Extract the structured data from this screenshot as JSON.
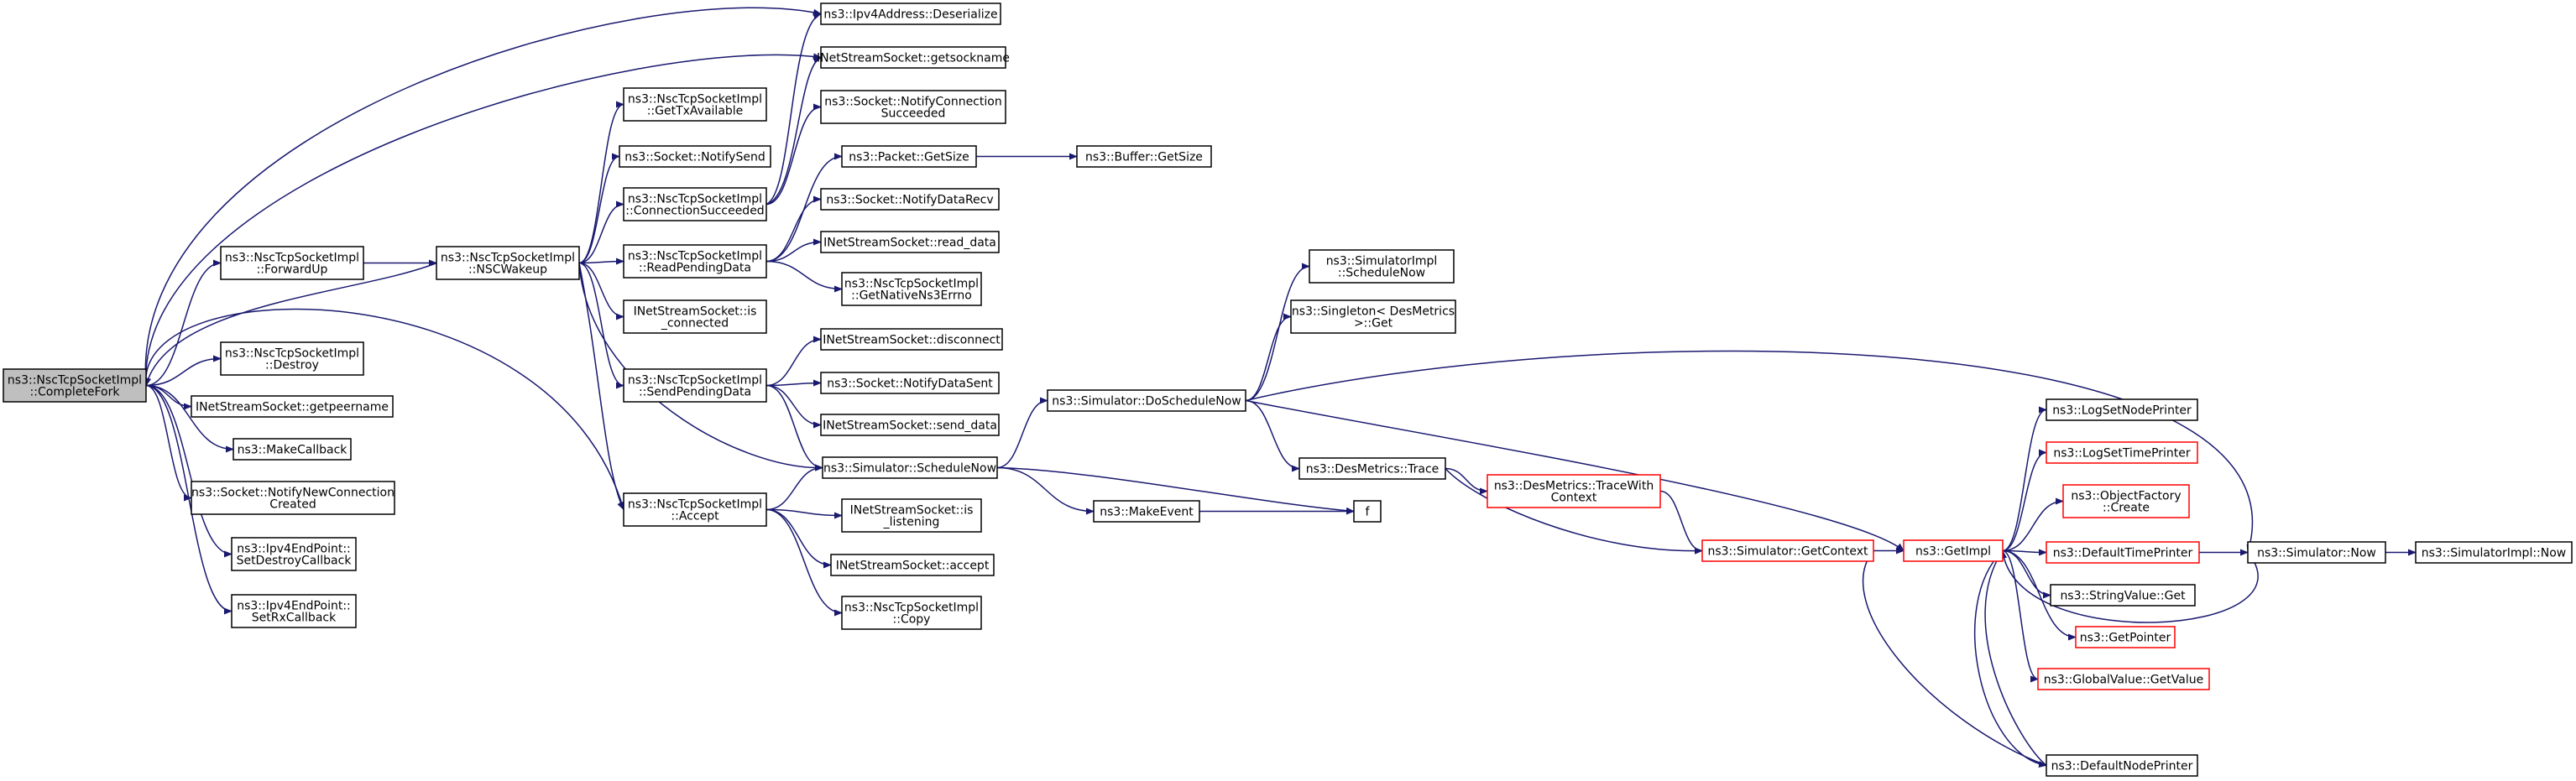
{
  "colors": {
    "edge": "#191970",
    "node_border": "#000000",
    "node_border_incomplete": "#ff0000",
    "root_fill": "#bfbfbf",
    "node_fill": "#ffffff"
  },
  "nodes": [
    {
      "id": "root",
      "lines": [
        "ns3::NscTcpSocketImpl",
        "::CompleteFork"
      ],
      "style": "root"
    },
    {
      "id": "forwardup",
      "lines": [
        "ns3::NscTcpSocketImpl",
        "::ForwardUp"
      ],
      "style": "normal"
    },
    {
      "id": "destroy",
      "lines": [
        "ns3::NscTcpSocketImpl",
        "::Destroy"
      ],
      "style": "normal"
    },
    {
      "id": "getpeername",
      "lines": [
        "INetStreamSocket::getpeername"
      ],
      "style": "normal"
    },
    {
      "id": "makecallback",
      "lines": [
        "ns3::MakeCallback"
      ],
      "style": "normal"
    },
    {
      "id": "notifynewconn",
      "lines": [
        "ns3::Socket::NotifyNewConnection",
        "Created"
      ],
      "style": "normal"
    },
    {
      "id": "setdestroycb",
      "lines": [
        "ns3::Ipv4EndPoint::",
        "SetDestroyCallback"
      ],
      "style": "normal"
    },
    {
      "id": "setrxcb",
      "lines": [
        "ns3::Ipv4EndPoint::",
        "SetRxCallback"
      ],
      "style": "normal"
    },
    {
      "id": "nscwakeup",
      "lines": [
        "ns3::NscTcpSocketImpl",
        "::NSCWakeup"
      ],
      "style": "normal"
    },
    {
      "id": "accept",
      "lines": [
        "ns3::NscTcpSocketImpl",
        "::Accept"
      ],
      "style": "normal"
    },
    {
      "id": "gettxavail",
      "lines": [
        "ns3::NscTcpSocketImpl",
        "::GetTxAvailable"
      ],
      "style": "normal"
    },
    {
      "id": "notifysend",
      "lines": [
        "ns3::Socket::NotifySend"
      ],
      "style": "normal"
    },
    {
      "id": "connsucceeded",
      "lines": [
        "ns3::NscTcpSocketImpl",
        "::ConnectionSucceeded"
      ],
      "style": "normal"
    },
    {
      "id": "readpending",
      "lines": [
        "ns3::NscTcpSocketImpl",
        "::ReadPendingData"
      ],
      "style": "normal"
    },
    {
      "id": "isconnected",
      "lines": [
        "INetStreamSocket::is",
        "_connected"
      ],
      "style": "normal"
    },
    {
      "id": "sendpending",
      "lines": [
        "ns3::NscTcpSocketImpl",
        "::SendPendingData"
      ],
      "style": "normal"
    },
    {
      "id": "deserialize",
      "lines": [
        "ns3::Ipv4Address::Deserialize"
      ],
      "style": "normal"
    },
    {
      "id": "getsockname",
      "lines": [
        "INetStreamSocket::getsockname"
      ],
      "style": "normal"
    },
    {
      "id": "notifyconnsucc",
      "lines": [
        "ns3::Socket::NotifyConnection",
        "Succeeded"
      ],
      "style": "normal"
    },
    {
      "id": "pktgetsize",
      "lines": [
        "ns3::Packet::GetSize"
      ],
      "style": "normal"
    },
    {
      "id": "notifydatarecv",
      "lines": [
        "ns3::Socket::NotifyDataRecv"
      ],
      "style": "normal"
    },
    {
      "id": "readdata",
      "lines": [
        "INetStreamSocket::read_data"
      ],
      "style": "normal"
    },
    {
      "id": "getnativeerrno",
      "lines": [
        "ns3::NscTcpSocketImpl",
        "::GetNativeNs3Errno"
      ],
      "style": "normal"
    },
    {
      "id": "disconnect",
      "lines": [
        "INetStreamSocket::disconnect"
      ],
      "style": "normal"
    },
    {
      "id": "notifydatasent",
      "lines": [
        "ns3::Socket::NotifyDataSent"
      ],
      "style": "normal"
    },
    {
      "id": "senddata",
      "lines": [
        "INetStreamSocket::send_data"
      ],
      "style": "normal"
    },
    {
      "id": "schedulenow",
      "lines": [
        "ns3::Simulator::ScheduleNow"
      ],
      "style": "normal"
    },
    {
      "id": "islistening",
      "lines": [
        "INetStreamSocket::is",
        "_listening"
      ],
      "style": "normal"
    },
    {
      "id": "inetaccept",
      "lines": [
        "INetStreamSocket::accept"
      ],
      "style": "normal"
    },
    {
      "id": "copy",
      "lines": [
        "ns3::NscTcpSocketImpl",
        "::Copy"
      ],
      "style": "normal"
    },
    {
      "id": "bufgetsize",
      "lines": [
        "ns3::Buffer::GetSize"
      ],
      "style": "normal"
    },
    {
      "id": "doschedulenow",
      "lines": [
        "ns3::Simulator::DoScheduleNow"
      ],
      "style": "normal"
    },
    {
      "id": "makeevent",
      "lines": [
        "ns3::MakeEvent"
      ],
      "style": "normal"
    },
    {
      "id": "f",
      "lines": [
        "f"
      ],
      "style": "normal"
    },
    {
      "id": "simimplschednow",
      "lines": [
        "ns3::SimulatorImpl",
        "::ScheduleNow"
      ],
      "style": "normal"
    },
    {
      "id": "singletonget",
      "lines": [
        "ns3::Singleton< DesMetrics",
        " >::Get"
      ],
      "style": "normal"
    },
    {
      "id": "desmetricstrace",
      "lines": [
        "ns3::DesMetrics::Trace"
      ],
      "style": "normal"
    },
    {
      "id": "tracewithctx",
      "lines": [
        "ns3::DesMetrics::TraceWith",
        "Context"
      ],
      "style": "incomplete"
    },
    {
      "id": "getcontext",
      "lines": [
        "ns3::Simulator::GetContext"
      ],
      "style": "incomplete"
    },
    {
      "id": "getimpl",
      "lines": [
        "ns3::GetImpl"
      ],
      "style": "incomplete"
    },
    {
      "id": "logsetnode",
      "lines": [
        "ns3::LogSetNodePrinter"
      ],
      "style": "normal"
    },
    {
      "id": "logsettime",
      "lines": [
        "ns3::LogSetTimePrinter"
      ],
      "style": "incomplete"
    },
    {
      "id": "objfactorycreate",
      "lines": [
        "ns3::ObjectFactory",
        "::Create"
      ],
      "style": "incomplete"
    },
    {
      "id": "defaulttime",
      "lines": [
        "ns3::DefaultTimePrinter"
      ],
      "style": "incomplete"
    },
    {
      "id": "stringvalueget",
      "lines": [
        "ns3::StringValue::Get"
      ],
      "style": "normal"
    },
    {
      "id": "getpointer",
      "lines": [
        "ns3::GetPointer"
      ],
      "style": "incomplete"
    },
    {
      "id": "globalvalue",
      "lines": [
        "ns3::GlobalValue::GetValue"
      ],
      "style": "incomplete"
    },
    {
      "id": "defaultnode",
      "lines": [
        "ns3::DefaultNodePrinter"
      ],
      "style": "normal"
    },
    {
      "id": "simnow",
      "lines": [
        "ns3::Simulator::Now"
      ],
      "style": "normal"
    },
    {
      "id": "simimplnow",
      "lines": [
        "ns3::SimulatorImpl::Now"
      ],
      "style": "normal"
    }
  ],
  "edges": [
    {
      "from": "root",
      "to": "forwardup"
    },
    {
      "from": "root",
      "to": "destroy"
    },
    {
      "from": "root",
      "to": "getpeername"
    },
    {
      "from": "root",
      "to": "makecallback"
    },
    {
      "from": "root",
      "to": "notifynewconn"
    },
    {
      "from": "root",
      "to": "setdestroycb"
    },
    {
      "from": "root",
      "to": "setrxcb"
    },
    {
      "from": "root",
      "to": "accept"
    },
    {
      "from": "root",
      "to": "deserialize"
    },
    {
      "from": "root",
      "to": "getsockname"
    },
    {
      "from": "forwardup",
      "to": "nscwakeup"
    },
    {
      "from": "nscwakeup",
      "to": "root"
    },
    {
      "from": "nscwakeup",
      "to": "gettxavail"
    },
    {
      "from": "nscwakeup",
      "to": "notifysend"
    },
    {
      "from": "nscwakeup",
      "to": "connsucceeded"
    },
    {
      "from": "nscwakeup",
      "to": "readpending"
    },
    {
      "from": "nscwakeup",
      "to": "isconnected"
    },
    {
      "from": "nscwakeup",
      "to": "sendpending"
    },
    {
      "from": "nscwakeup",
      "to": "schedulenow"
    },
    {
      "from": "nscwakeup",
      "to": "accept"
    },
    {
      "from": "connsucceeded",
      "to": "deserialize"
    },
    {
      "from": "connsucceeded",
      "to": "getsockname"
    },
    {
      "from": "connsucceeded",
      "to": "notifyconnsucc"
    },
    {
      "from": "readpending",
      "to": "pktgetsize"
    },
    {
      "from": "readpending",
      "to": "notifydatarecv"
    },
    {
      "from": "readpending",
      "to": "readdata"
    },
    {
      "from": "readpending",
      "to": "getnativeerrno"
    },
    {
      "from": "sendpending",
      "to": "disconnect"
    },
    {
      "from": "sendpending",
      "to": "notifydatasent"
    },
    {
      "from": "sendpending",
      "to": "senddata"
    },
    {
      "from": "sendpending",
      "to": "schedulenow"
    },
    {
      "from": "accept",
      "to": "schedulenow"
    },
    {
      "from": "accept",
      "to": "islistening"
    },
    {
      "from": "accept",
      "to": "inetaccept"
    },
    {
      "from": "accept",
      "to": "copy"
    },
    {
      "from": "pktgetsize",
      "to": "bufgetsize"
    },
    {
      "from": "schedulenow",
      "to": "doschedulenow"
    },
    {
      "from": "schedulenow",
      "to": "makeevent"
    },
    {
      "from": "schedulenow",
      "to": "f"
    },
    {
      "from": "makeevent",
      "to": "f"
    },
    {
      "from": "doschedulenow",
      "to": "simimplschednow"
    },
    {
      "from": "doschedulenow",
      "to": "singletonget"
    },
    {
      "from": "doschedulenow",
      "to": "desmetricstrace"
    },
    {
      "from": "doschedulenow",
      "to": "getimpl"
    },
    {
      "from": "doschedulenow",
      "to": "simnow"
    },
    {
      "from": "desmetricstrace",
      "to": "tracewithctx"
    },
    {
      "from": "desmetricstrace",
      "to": "getcontext"
    },
    {
      "from": "tracewithctx",
      "to": "getcontext"
    },
    {
      "from": "getcontext",
      "to": "getimpl"
    },
    {
      "from": "getimpl",
      "to": "logsetnode"
    },
    {
      "from": "getimpl",
      "to": "logsettime"
    },
    {
      "from": "getimpl",
      "to": "objfactorycreate"
    },
    {
      "from": "getimpl",
      "to": "defaulttime"
    },
    {
      "from": "getimpl",
      "to": "stringvalueget"
    },
    {
      "from": "getimpl",
      "to": "getpointer"
    },
    {
      "from": "getimpl",
      "to": "globalvalue"
    },
    {
      "from": "getimpl",
      "to": "defaultnode"
    },
    {
      "from": "defaultnode",
      "to": "getimpl"
    },
    {
      "from": "defaultnode",
      "to": "getcontext"
    },
    {
      "from": "defaulttime",
      "to": "simnow"
    },
    {
      "from": "simnow",
      "to": "getimpl"
    },
    {
      "from": "simnow",
      "to": "simimplnow"
    }
  ]
}
